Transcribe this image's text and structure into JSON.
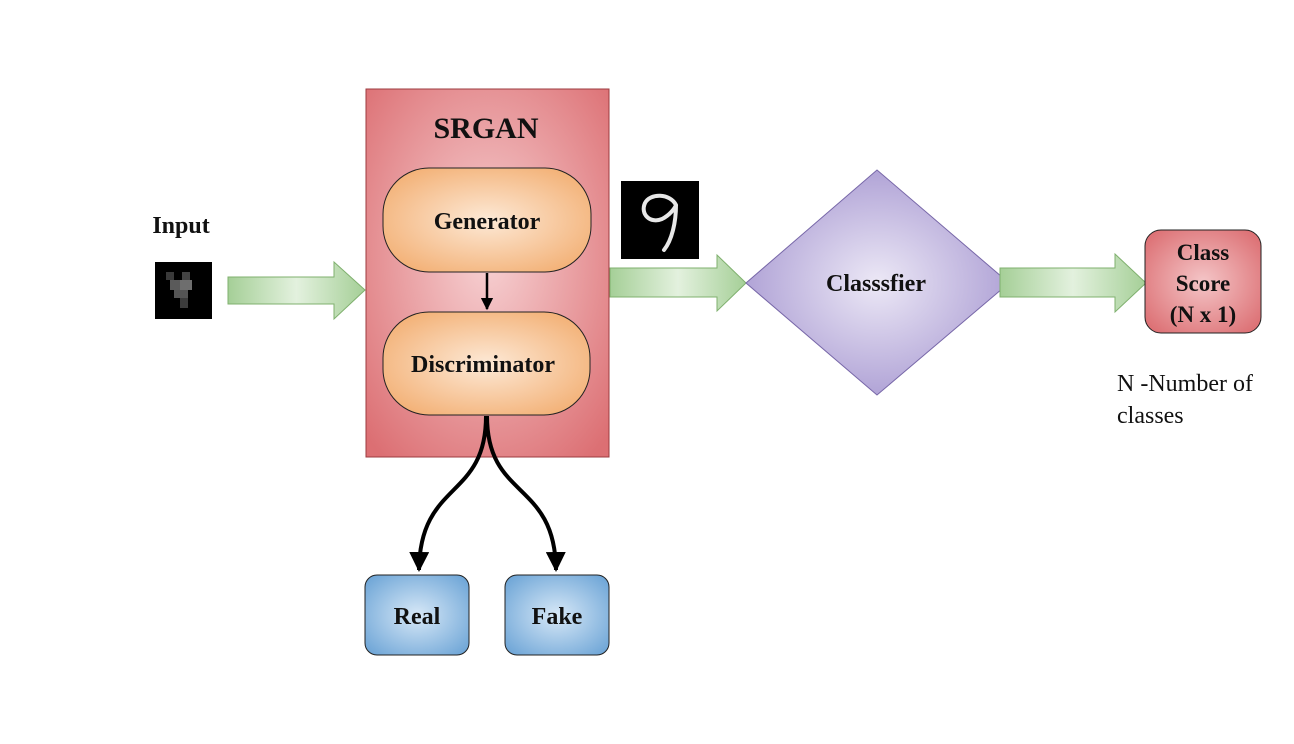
{
  "diagram": {
    "input_label": "Input",
    "srgan_label": "SRGAN",
    "generator_label": "Generator",
    "discriminator_label": "Discriminator",
    "classifier_label": "Classsfier",
    "class_score": {
      "line1": "Class",
      "line2": "Score",
      "line3": "(N x 1)"
    },
    "real_label": "Real",
    "fake_label": "Fake",
    "note": {
      "line1": "N -Number of",
      "line2": "classes"
    },
    "colors": {
      "srgan_fill": "#e27a7e",
      "node_fill": "#f4b57c",
      "classifier_fill": "#b3a6d6",
      "class_score_fill": "#e27a7e",
      "output_fill": "#7eb0dc",
      "arrow_fill": "#a9d29c"
    }
  }
}
